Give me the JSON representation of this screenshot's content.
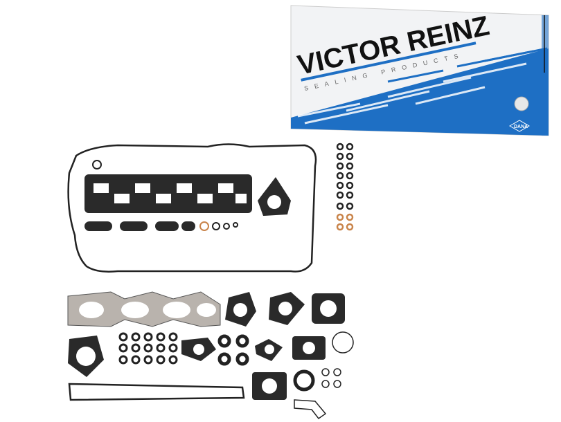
{
  "product": {
    "brand": "VICTOR REINZ",
    "tagline": "SEALING PRODUCTS",
    "maker_logo": "DANA",
    "colors": {
      "box_blue": "#1e6fc4",
      "box_white": "#f2f3f5",
      "gasket_dark": "#2a2a2a",
      "gasket_metal": "#b9b3ad",
      "copper": "#c9844a"
    }
  }
}
